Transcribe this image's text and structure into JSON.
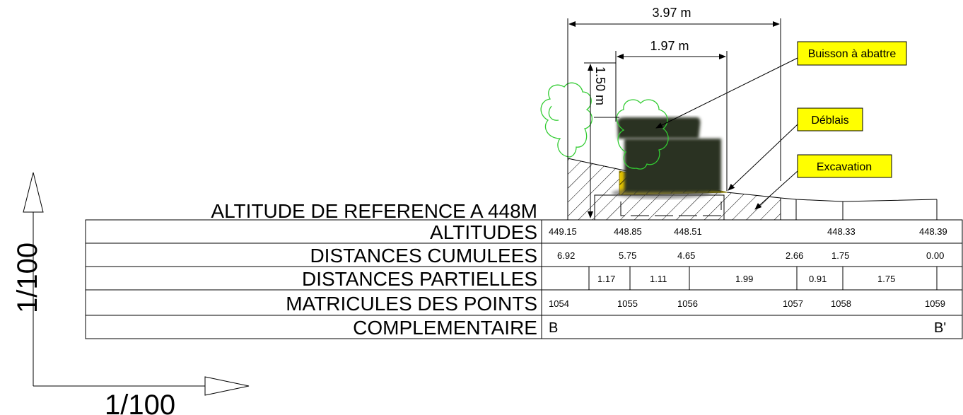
{
  "reference_altitude": "ALTITUDE DE REFERENCE A 448M",
  "scale": {
    "vertical": "1/100",
    "horizontal": "1/100"
  },
  "dimensions": {
    "total_width": "3.97 m",
    "inner_width": "1.97 m",
    "height": "1.50 m"
  },
  "callouts": [
    {
      "key": "buisson",
      "text": "Buisson à abattre"
    },
    {
      "key": "deblais",
      "text": "Déblais"
    },
    {
      "key": "excavation",
      "text": "Excavation"
    }
  ],
  "table": {
    "row_labels": {
      "altitudes": "ALTITUDES",
      "cumulees": "DISTANCES CUMULEES",
      "partielles": "DISTANCES PARTIELLES",
      "matricules": "MATRICULES DES POINTS",
      "complementaire": "COMPLEMENTAIRE"
    },
    "altitudes": [
      "449.15",
      "448.85",
      "448.51",
      "448.33",
      "448.39"
    ],
    "distances_cumulees": [
      "6.92",
      "5.75",
      "4.65",
      "2.66",
      "1.75",
      "0.00"
    ],
    "distances_partielles": [
      "1.17",
      "1.11",
      "1.99",
      "0.91",
      "1.75"
    ],
    "matricules": [
      "1054",
      "1055",
      "1056",
      "1057",
      "1058",
      "1059"
    ],
    "complementaire": {
      "start": "B",
      "end": "B'"
    }
  },
  "colors": {
    "callout_fill": "#ffff00",
    "tree_stroke": "#33cc33",
    "tank_fill": "#2c3322",
    "cut_fill": "#e3c400"
  }
}
